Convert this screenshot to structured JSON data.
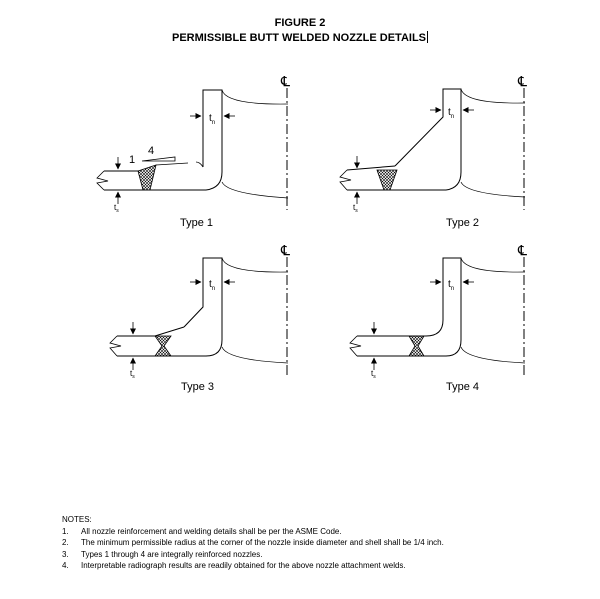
{
  "figure": {
    "title": "FIGURE 2",
    "subtitle": "PERMISSIBLE BUTT WELDED NOZZLE DETAILS"
  },
  "symbols": {
    "centerline": "℄",
    "nozzle_thickness_main": "t",
    "nozzle_thickness_sub": "n",
    "shell_thickness_main": "t",
    "shell_thickness_sub": "s",
    "taper_rise": "1",
    "taper_run": "4"
  },
  "types": [
    "Type 1",
    "Type 2",
    "Type 3",
    "Type 4"
  ],
  "notes": {
    "heading": "NOTES:",
    "items": [
      {
        "num": "1.",
        "text": "All nozzle reinforcement and welding details shall be per the ASME Code."
      },
      {
        "num": "2.",
        "text": "The minimum permissible radius at the corner of the nozzle inside diameter and shell shall be 1/4 inch."
      },
      {
        "num": "3.",
        "text": "Types 1 through 4 are integrally reinforced nozzles."
      },
      {
        "num": "4.",
        "text": "Interpretable radiograph results are readily obtained for the above nozzle attachment welds."
      }
    ]
  }
}
